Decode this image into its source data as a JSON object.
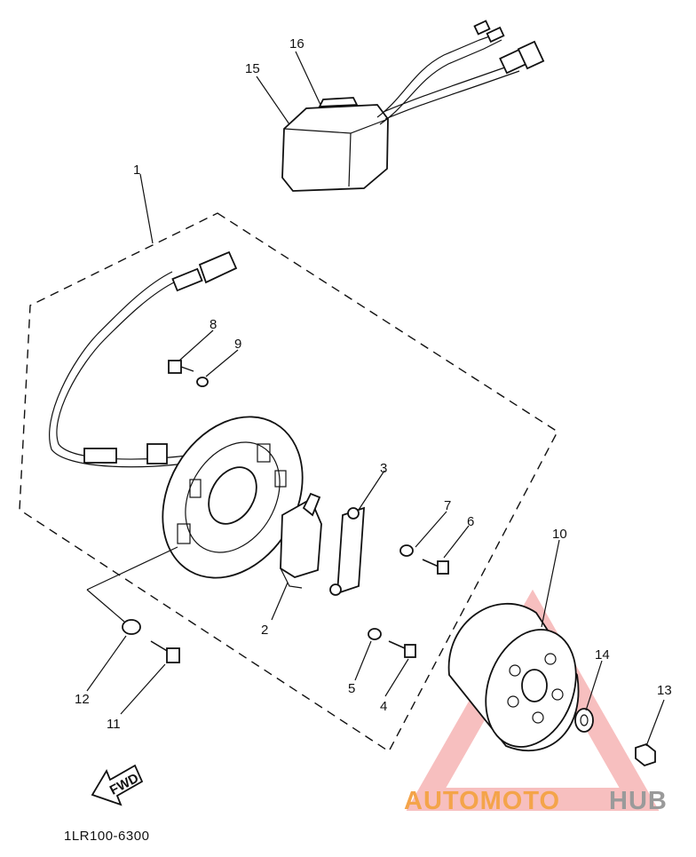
{
  "diagram": {
    "part_labels": {
      "p1": "1",
      "p2": "2",
      "p3": "3",
      "p4": "4",
      "p5": "5",
      "p6": "6",
      "p7": "7",
      "p8": "8",
      "p9": "9",
      "p10": "10",
      "p11": "11",
      "p12": "12",
      "p13": "13",
      "p14": "14",
      "p15": "15",
      "p16": "16"
    },
    "fwd_label": "FWD",
    "drawing_code": "1LR100-6300"
  },
  "watermark": {
    "left_text": "AUTOMOTO",
    "right_text": "HUB",
    "left_color": "#f4a44a",
    "right_color": "#9a9a9a",
    "triangle_color": "#f08a8a"
  }
}
